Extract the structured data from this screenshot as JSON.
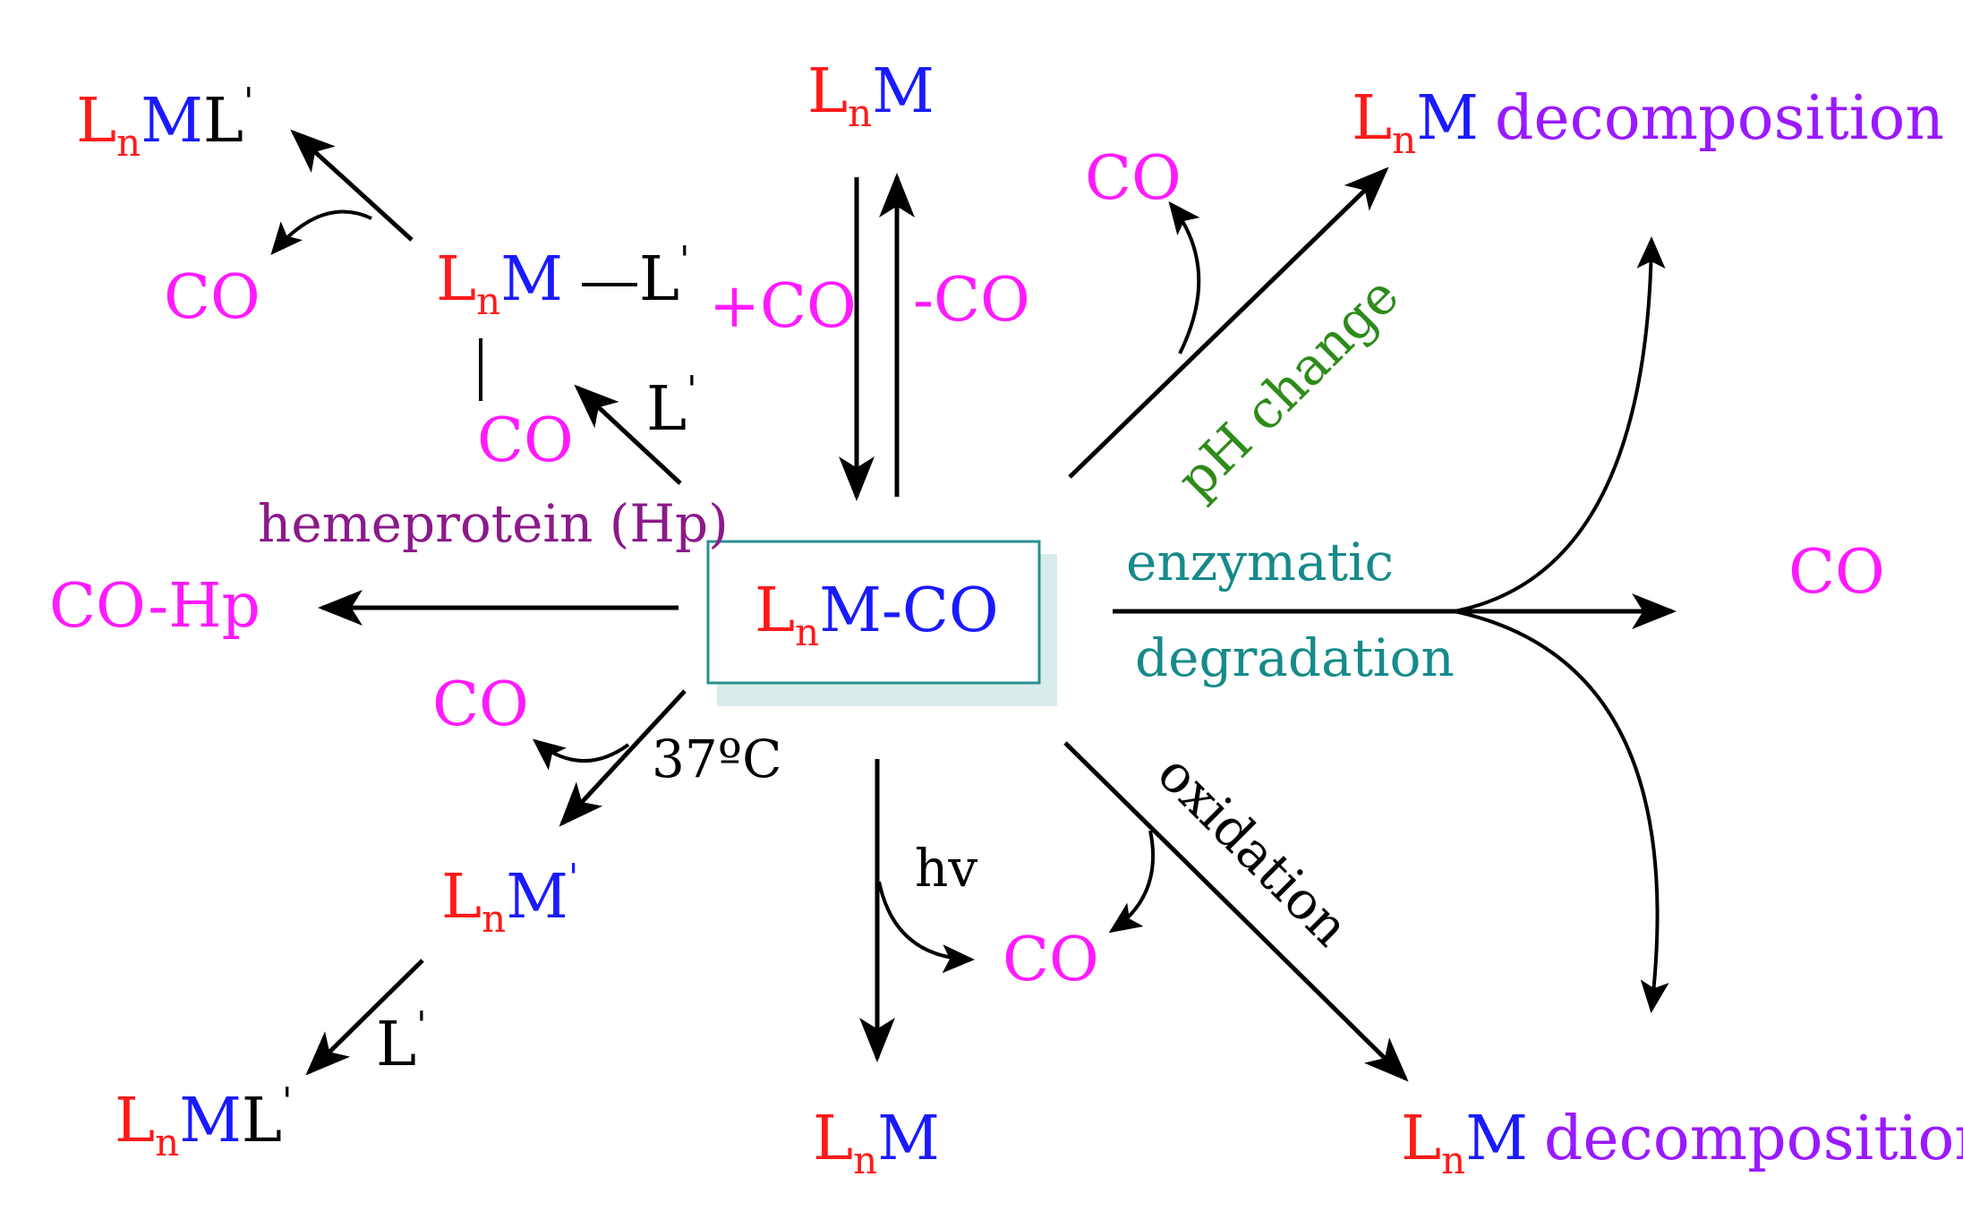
{
  "colors": {
    "ligand": "#ff1a1a",
    "metal": "#1a1aff",
    "co": "#ff1aff",
    "black": "#000000",
    "dark_magenta": "#8b1a8b",
    "teal": "#178a8a",
    "green": "#2e8b1a",
    "violet": "#9a1aff"
  },
  "labels": {
    "L": "L",
    "n": "n",
    "M": "M",
    "prime": "'",
    "M_CO": "M-CO",
    "CO": "CO",
    "plus_CO": "+CO",
    "minus_CO": "-CO",
    "CO_Hp": "CO-Hp",
    "decomposition": "decomposition",
    "L_prime_reagent": "L"
  },
  "conditions": {
    "hemeprotein": "hemeprotein (Hp)",
    "ph_change": "pH change",
    "enzymatic": "enzymatic",
    "degradation": "degradation",
    "temperature": "37ºC",
    "hv": "hv",
    "oxidation": "oxidation"
  }
}
